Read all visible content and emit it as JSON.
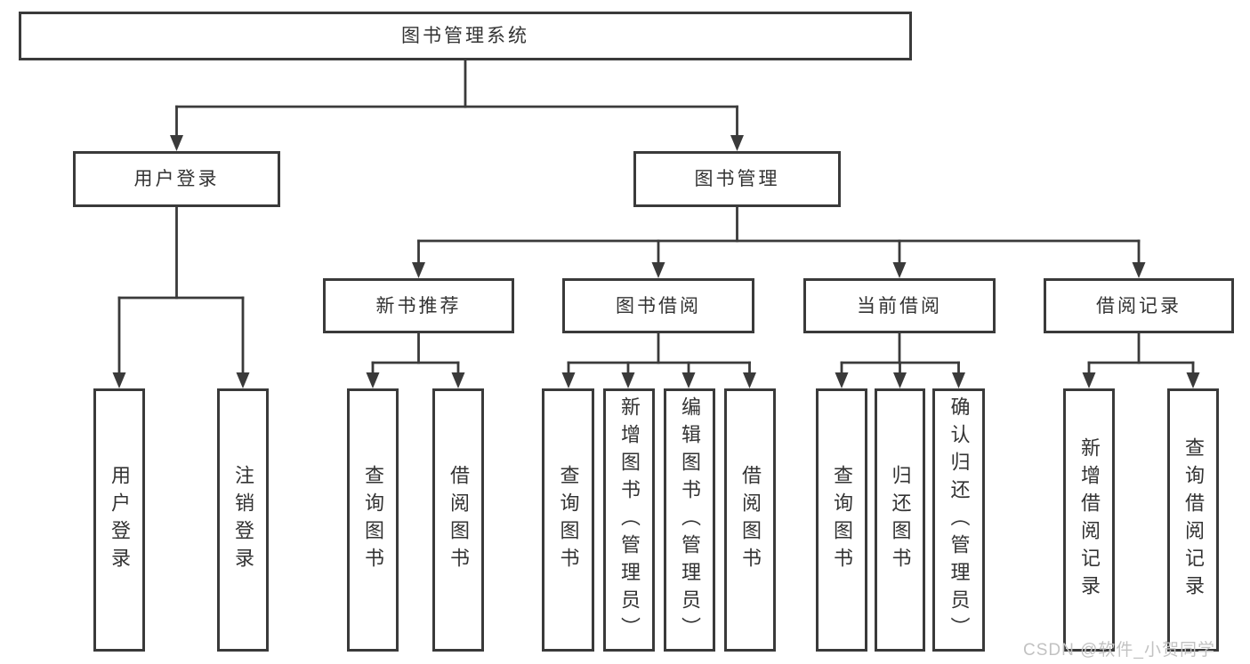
{
  "tree": {
    "root": {
      "label": "图书管理系统"
    },
    "branches": [
      {
        "label": "用户登录",
        "children": [
          "用户登录",
          "注销登录"
        ]
      },
      {
        "label": "图书管理",
        "children": [
          {
            "label": "新书推荐",
            "children": [
              "查询图书",
              "借阅图书"
            ]
          },
          {
            "label": "图书借阅",
            "children": [
              "查询图书",
              "新增图书（管理员）",
              "编辑图书（管理员）",
              "借阅图书"
            ]
          },
          {
            "label": "当前借阅",
            "children": [
              "查询图书",
              "归还图书",
              "确认归还（管理员）"
            ]
          },
          {
            "label": "借阅记录",
            "children": [
              "新增借阅记录",
              "查询借阅记录"
            ]
          }
        ]
      }
    ]
  },
  "watermark": {
    "text": "CSDN @软件_小贺同学"
  },
  "colors": {
    "line": "#3a3a3a",
    "text": "#333333",
    "background": "#ffffff",
    "watermark": "#c2c2c2"
  }
}
